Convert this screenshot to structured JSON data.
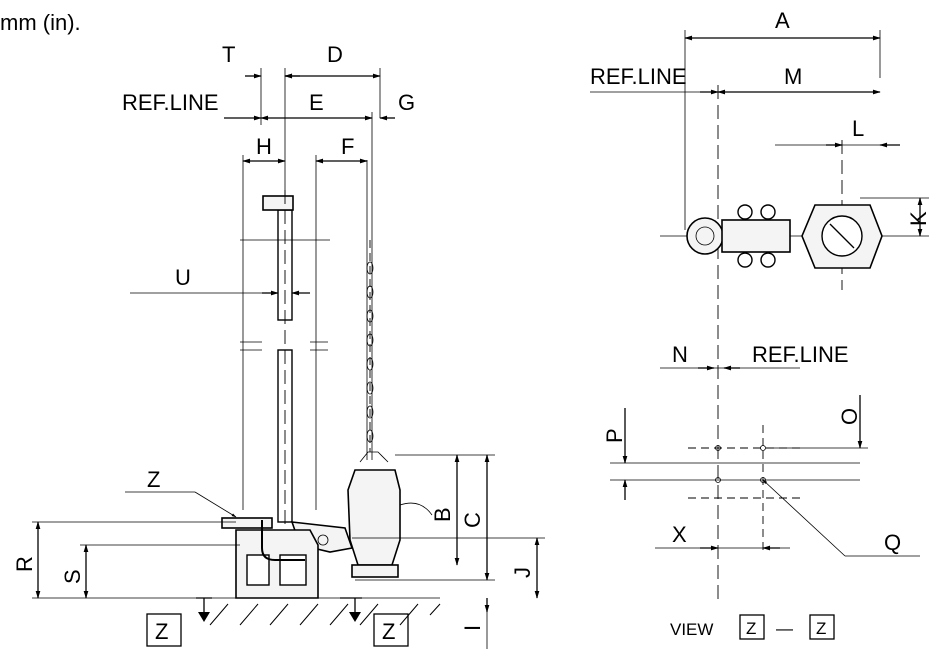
{
  "header_text": "mm (in).",
  "dimension_labels": {
    "T": "T",
    "D": "D",
    "ref_line_left": "REF.LINE",
    "E": "E",
    "G": "G",
    "H": "H",
    "F": "F",
    "U": "U",
    "Z": "Z",
    "R": "R",
    "S": "S",
    "B": "B",
    "C": "C",
    "J": "J",
    "I": "I",
    "A": "A",
    "ref_line_top": "REF.LINE",
    "M": "M",
    "L": "L",
    "K": "K",
    "N": "N",
    "ref_line_bottom": "REF.LINE",
    "O": "O",
    "P": "P",
    "X": "X",
    "Q": "Q"
  },
  "section_markers": {
    "left": "Z",
    "right": "Z"
  },
  "view_caption": {
    "prefix": "VIEW",
    "from": "Z",
    "dash": "—",
    "to": "Z"
  }
}
